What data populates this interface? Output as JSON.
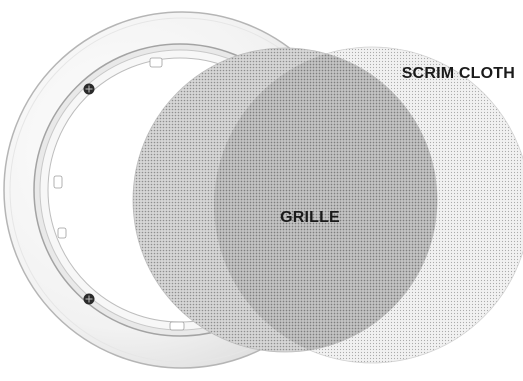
{
  "labels": {
    "scrim_cloth": "SCRIM CLOTH",
    "grille": "GRILLE"
  },
  "parts": {
    "trim_ring": "trim ring",
    "screw": "screw",
    "grille": "grille",
    "scrim_cloth": "scrim cloth"
  },
  "colors": {
    "ring_face": "#f4f4f4",
    "ring_edge": "#b9b9b9",
    "ring_inner_shadow": "#9c9c9c",
    "grille_base": "#d9d9d9",
    "grille_dot": "#9a9a9a",
    "scrim_base": "#efefef",
    "scrim_dot": "#a8a8a8",
    "label_text": "#1a1a1a"
  }
}
